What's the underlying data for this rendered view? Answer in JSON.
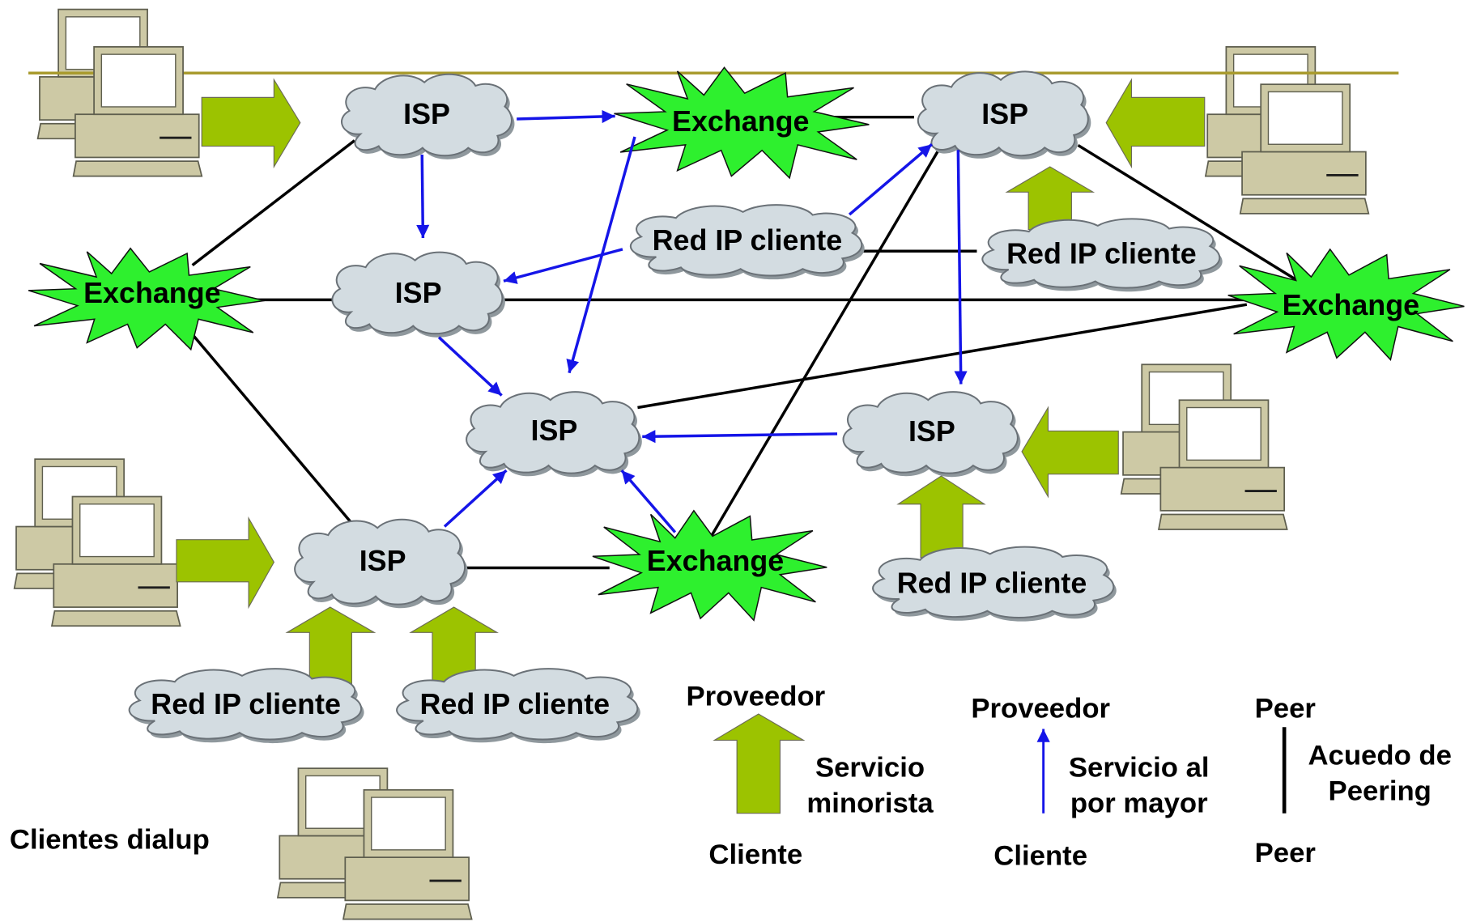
{
  "nodes": {
    "isp": [
      "ISP",
      "ISP",
      "ISP",
      "ISP",
      "ISP",
      "ISP"
    ],
    "exchange": [
      "Exchange",
      "Exchange",
      "Exchange",
      "Exchange"
    ],
    "customer_network": [
      "Red IP cliente",
      "Red IP cliente",
      "Red IP cliente",
      "Red IP cliente",
      "Red IP cliente"
    ]
  },
  "dialup_clients": "Clientes dialup",
  "legend": {
    "retail": {
      "top": "Proveedor",
      "label": [
        "Servicio",
        "minorista"
      ],
      "bottom": "Cliente"
    },
    "wholesale": {
      "top": "Proveedor",
      "label": [
        "Servicio al",
        "por mayor"
      ],
      "bottom": "Cliente"
    },
    "peering": {
      "top": "Peer",
      "label": [
        "Acuedo de",
        "Peering"
      ],
      "bottom": "Peer"
    }
  },
  "colors": {
    "exchange": "#2ef02e",
    "cloud": "#d3dce1",
    "retail_arrow": "#9cc300",
    "wholesale_arrow": "#1515e8",
    "peering_line": "#000000",
    "header_rule": "#a99b2f",
    "computer": "#cdc9a5"
  }
}
